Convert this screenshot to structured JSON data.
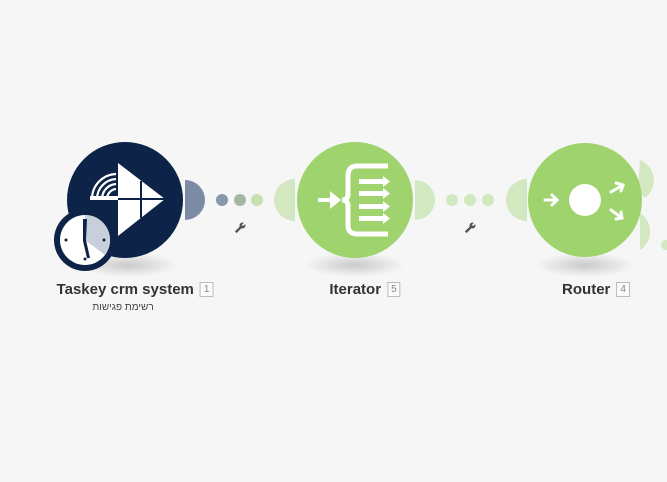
{
  "modules": [
    {
      "name": "Taskey crm system",
      "id": "1",
      "subtitle": "רשימת פגישות",
      "color": "#0d2347"
    },
    {
      "name": "Iterator",
      "id": "5",
      "color": "#9fd36e"
    },
    {
      "name": "Router",
      "id": "4",
      "color": "#9fd36e"
    }
  ]
}
